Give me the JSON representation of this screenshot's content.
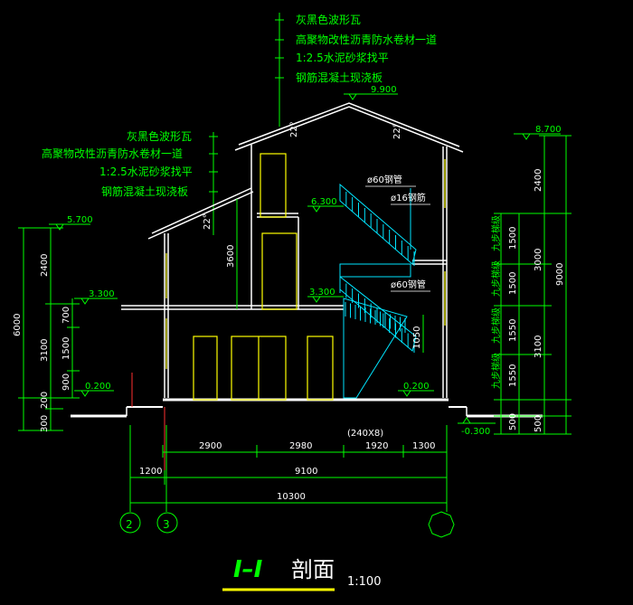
{
  "notes_top": [
    "灰黑色波形瓦",
    "高聚物改性沥青防水卷材一道",
    "1:2.5水泥砂浆找平",
    "钢筋混凝土现浇板"
  ],
  "notes_left": [
    "灰黑色波形瓦",
    "高聚物改性沥青防水卷材一道",
    "1:2.5水泥砂浆找平",
    "钢筋混凝土现浇板"
  ],
  "elevations": {
    "top_roof": "9.900",
    "right_eave": "8.700",
    "left_eave": "5.700",
    "second_floor_left": "3.300",
    "second_floor_mid": "3.300",
    "landing": "6.300",
    "ground_left": "0.200",
    "ground_right": "0.200",
    "outside": "-0.300"
  },
  "callouts": {
    "pipe1": "ø60钢管",
    "bar": "ø16钢筋",
    "pipe2": "ø60钢管",
    "slope1": "22°",
    "slope2": "22°",
    "slope3": "22°"
  },
  "left_dims": {
    "outer_total": "6000",
    "seg_a": "2400",
    "seg_b": "3100",
    "seg_c": "200",
    "seg_d": "300",
    "inner_a": "700",
    "inner_b": "1500",
    "inner_c": "900"
  },
  "inner_dims": {
    "stair_height": "3600",
    "rise": "1050"
  },
  "right_dims": {
    "total": "9000",
    "seg_a": "2400",
    "seg_b": "3000",
    "seg_c": "3100",
    "seg_d": "500",
    "st_a": "1500",
    "st_b": "1500",
    "st_c": "1550",
    "st_d": "1550",
    "st_e": "500",
    "stair_label": "九步梯级"
  },
  "bottom_dims": {
    "b1": "2900",
    "b2": "2980",
    "b3": "1920",
    "b4": "1300",
    "b3_note": "(240X8)",
    "m1": "1200",
    "m2": "9100",
    "total": "10300"
  },
  "axes": [
    "2",
    "3"
  ],
  "title": {
    "text": "剖面",
    "mark": "I–I",
    "scale": "1:100"
  }
}
